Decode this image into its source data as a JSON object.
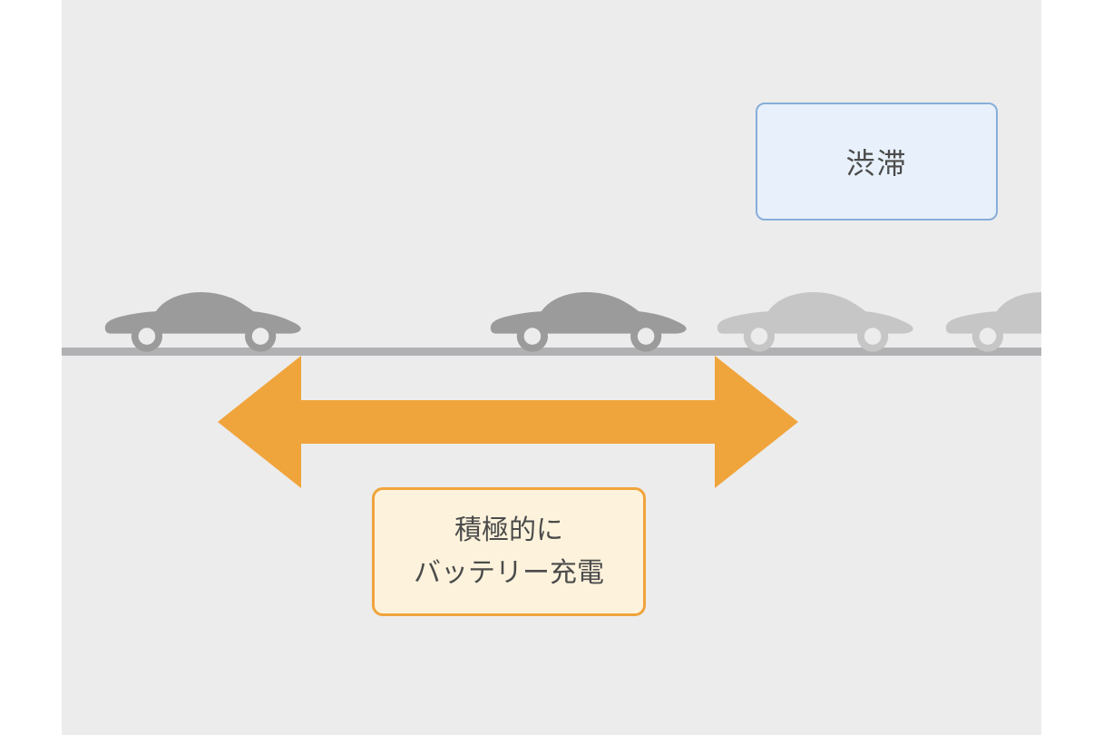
{
  "diagram": {
    "traffic_label": "渋滞",
    "charge_label": {
      "line1": "積極的に",
      "line2": "バッテリー充電"
    }
  },
  "icons": {
    "car_dark": "sedan-car-silhouette-dark",
    "car_light": "sedan-car-silhouette-light-traffic-jam",
    "arrow": "double-headed-horizontal-arrow"
  },
  "colors": {
    "background": "#ececec",
    "road": "#b1b1b4",
    "car_dark": "#9b9b9b",
    "car_light": "#c6c6c6",
    "arrow": "#f0a43c",
    "traffic_box_fill": "#e8f1fb",
    "traffic_box_border": "#86aed9",
    "charge_box_fill": "#fdf3dd",
    "charge_box_border": "#f0a43c",
    "text": "#4b4b4b"
  }
}
